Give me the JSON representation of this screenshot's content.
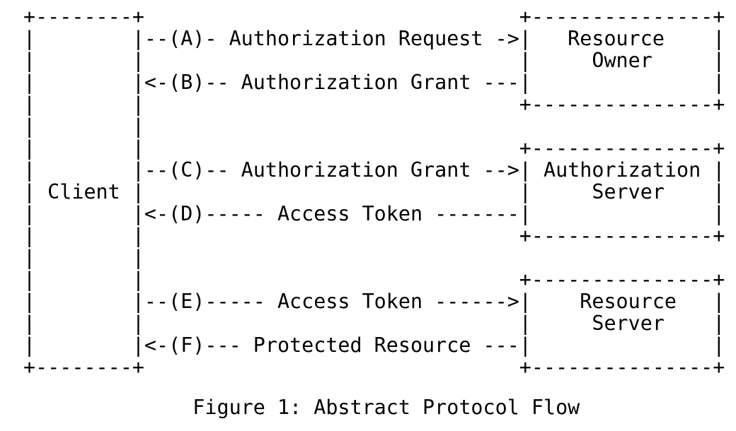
{
  "document": {
    "kind": "rfc-ascii-figure",
    "figure_caption": "              Figure 1: Abstract Protocol Flow",
    "caption_label": "Figure 1:",
    "caption_title": "Abstract Protocol Flow",
    "background_color": "#ffffff",
    "text_color": "#000000"
  },
  "diagram": {
    "ascii": "+--------+                               +---------------+\n|        |--(A)- Authorization Request ->|   Resource    |\n|        |                               |     Owner     |\n|        |<-(B)-- Authorization Grant ---|               |\n|        |                               +---------------+\n|        |\n|        |                               +---------------+\n|        |--(C)-- Authorization Grant -->| Authorization |\n| Client |                               |     Server    |\n|        |<-(D)----- Access Token -------|               |\n|        |                               +---------------+\n|        |\n|        |                               +---------------+\n|        |--(E)----- Access Token ------>|    Resource   |\n|        |                               |     Server    |\n|        |<-(F)--- Protected Resource ---|               |\n+--------+                               +---------------+",
    "nodes": [
      {
        "id": "client",
        "label": "Client",
        "label_lines": [
          "Client"
        ]
      },
      {
        "id": "resource-owner",
        "label": "Resource Owner",
        "label_lines": [
          "Resource",
          "Owner"
        ]
      },
      {
        "id": "authorization-server",
        "label": "Authorization Server",
        "label_lines": [
          "Authorization",
          "Server"
        ]
      },
      {
        "id": "resource-server",
        "label": "Resource Server",
        "label_lines": [
          "Resource",
          "Server"
        ]
      }
    ],
    "flows": [
      {
        "step": "A",
        "label": "Authorization Request",
        "from": "client",
        "to": "resource-owner",
        "direction": "right",
        "text": "--(A)- Authorization Request ->"
      },
      {
        "step": "B",
        "label": "Authorization Grant",
        "from": "resource-owner",
        "to": "client",
        "direction": "left",
        "text": "<-(B)-- Authorization Grant ---"
      },
      {
        "step": "C",
        "label": "Authorization Grant",
        "from": "client",
        "to": "authorization-server",
        "direction": "right",
        "text": "--(C)-- Authorization Grant -->"
      },
      {
        "step": "D",
        "label": "Access Token",
        "from": "authorization-server",
        "to": "client",
        "direction": "left",
        "text": "<-(D)----- Access Token -------"
      },
      {
        "step": "E",
        "label": "Access Token",
        "from": "client",
        "to": "resource-server",
        "direction": "right",
        "text": "--(E)----- Access Token ------>"
      },
      {
        "step": "F",
        "label": "Protected Resource",
        "from": "resource-server",
        "to": "client",
        "direction": "left",
        "text": "<-(F)--- Protected Resource ---"
      }
    ]
  }
}
